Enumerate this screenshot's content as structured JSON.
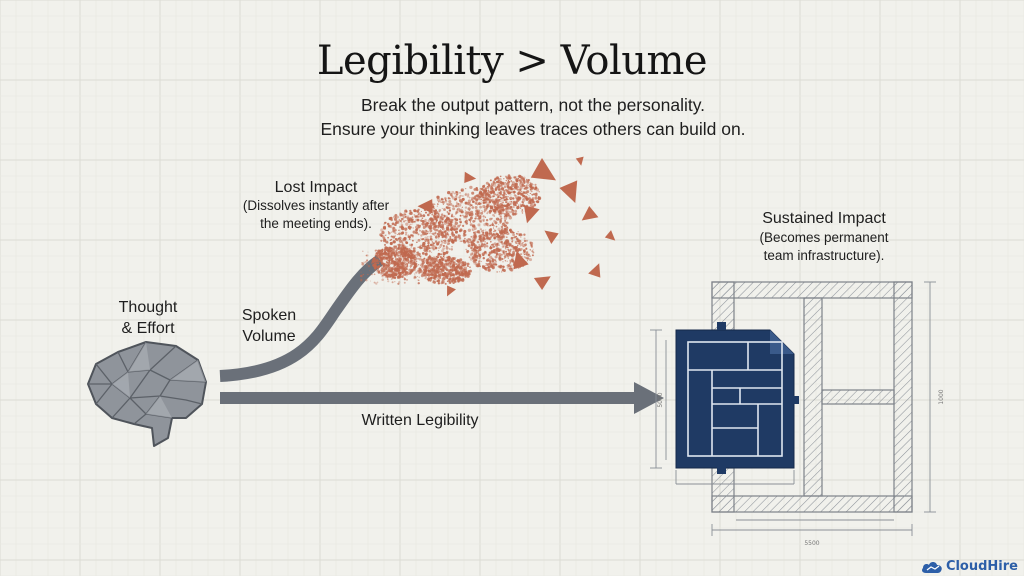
{
  "title": "Legibility > Volume",
  "subtitle": {
    "line1": "Break the output pattern, not the personality.",
    "line2": "Ensure your thinking leaves traces others can build on."
  },
  "source": {
    "label_line1": "Thought",
    "label_line2": "& Effort",
    "icon": "brain-icon"
  },
  "spoken": {
    "label_line1": "Spoken",
    "label_line2": "Volume",
    "outcome_title": "Lost Impact",
    "outcome_line1": "(Dissolves instantly after",
    "outcome_line2": "the meeting ends).",
    "color": "#c0694f"
  },
  "written": {
    "label": "Written Legibility",
    "outcome_title": "Sustained Impact",
    "outcome_line1": "(Becomes permanent",
    "outcome_line2": "team infrastructure).",
    "color": "#1f3a64"
  },
  "blueprint": {
    "dim_bottom": "5500",
    "dim_right": "1000",
    "dim_left": "5000"
  },
  "brand": {
    "name": "CloudHire",
    "color": "#2d5fa8"
  }
}
